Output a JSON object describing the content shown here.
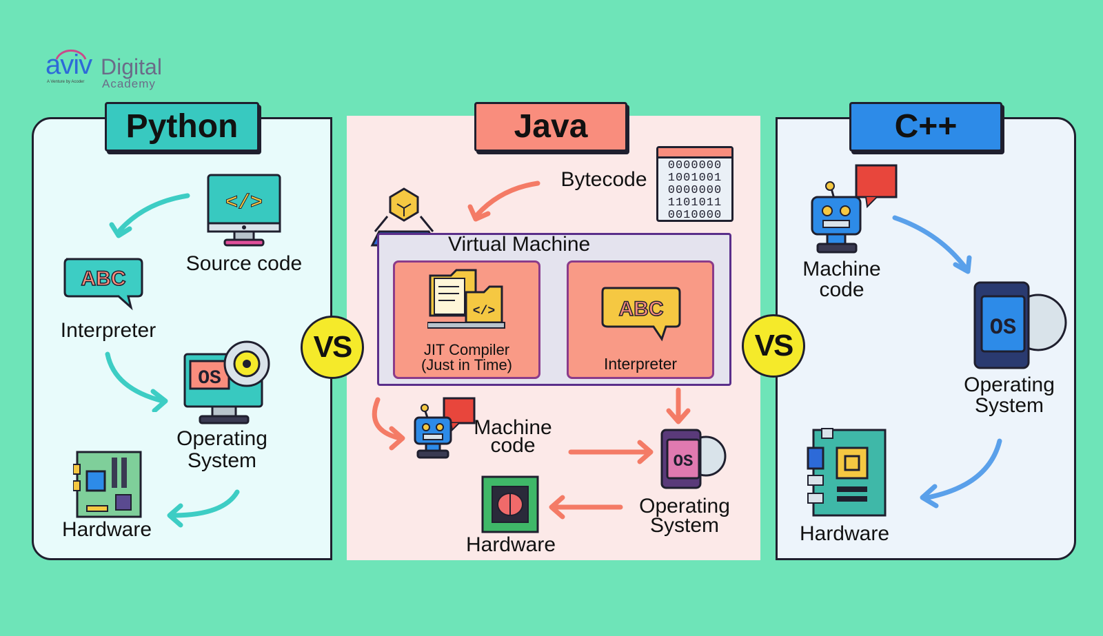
{
  "logo": {
    "brand": "aviv",
    "brand_suffix": "Digital",
    "tagline": "A Venture by Acoder",
    "academy": "Academy"
  },
  "python": {
    "title": "Python",
    "source_code": "Source code",
    "interpreter": "Interpreter",
    "os_line1": "Operating",
    "os_line2": "System",
    "hardware": "Hardware"
  },
  "java": {
    "title": "Java",
    "bytecode": "Bytecode",
    "bytecode_rows": [
      "0000000",
      "1001001",
      "0000000",
      "1101011",
      "0010000"
    ],
    "virtual_machine": "Virtual Machine",
    "jit_line1": "JIT Compiler",
    "jit_line2": "(Just in Time)",
    "interpreter": "Interpreter",
    "machine_line1": "Machine",
    "machine_line2": "code",
    "os_line1": "Operating",
    "os_line2": "System",
    "hardware": "Hardware"
  },
  "cpp": {
    "title": "C++",
    "machine_line1": "Machine",
    "machine_line2": "code",
    "os_line1": "Operating",
    "os_line2": "System",
    "hardware": "Hardware"
  },
  "vs_left": "VS",
  "vs_right": "VS",
  "icon_text": {
    "abc": "ABC",
    "os": "OS",
    "code": "</>"
  },
  "colors": {
    "background": "#6ee4b8",
    "python_accent": "#38c9c0",
    "java_accent": "#f98d7d",
    "cpp_accent": "#2d8be8",
    "vs_yellow": "#f5ea2a"
  }
}
